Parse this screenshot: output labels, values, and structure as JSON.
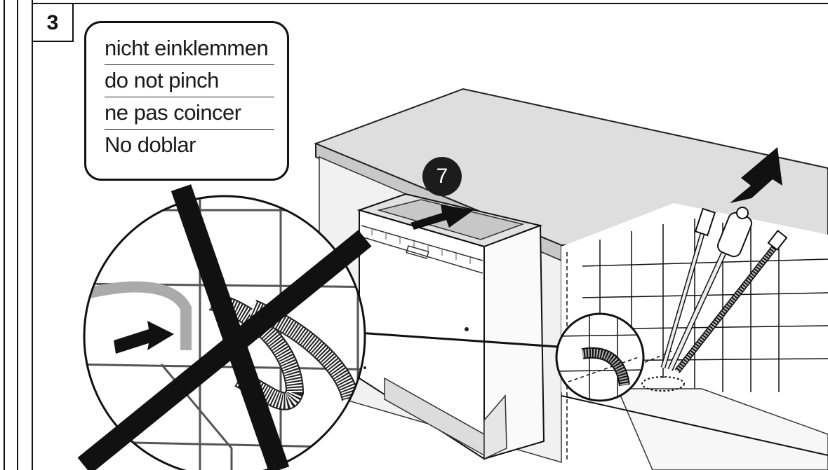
{
  "step": {
    "number": "3"
  },
  "labels": [
    "nicht einklemmen",
    "do not pinch",
    "ne pas coincer",
    "No doblar"
  ],
  "callout": {
    "number": "7"
  },
  "icons": {
    "crossed_out_detail": "prohibition-cross-icon",
    "push_arrow": "arrow-right-icon",
    "lift_arrow": "arrow-up-right-icon"
  },
  "colors": {
    "line": "#111111",
    "background": "#ffffff",
    "countertop": "#dcdcdc",
    "appliance_panel": "#eeeeee",
    "hose": "#bdbdbd"
  }
}
